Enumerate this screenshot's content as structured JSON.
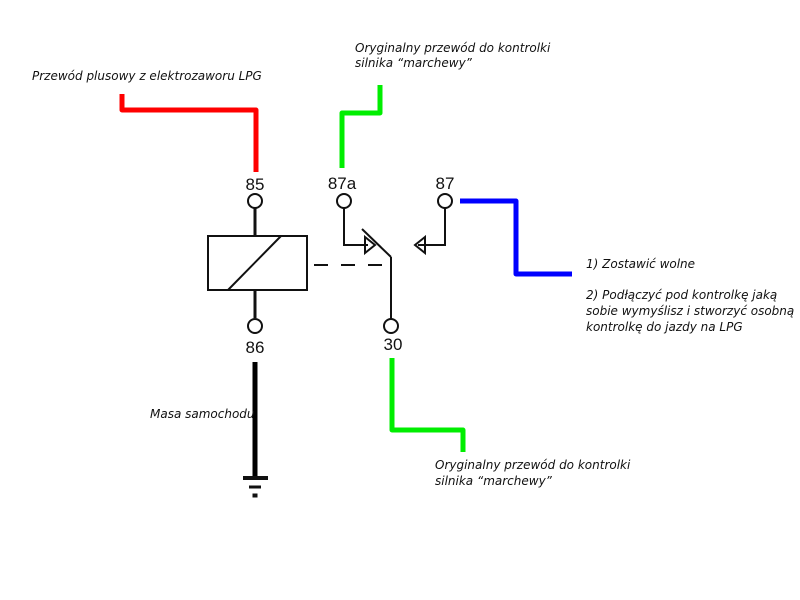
{
  "colors": {
    "positive_wire": "#ff0000",
    "original_wire": "#00ee00",
    "free_wire": "#0000ff",
    "ground_wire": "#000000",
    "symbol_stroke": "#111111"
  },
  "annotations": {
    "positive_wire": "Przewód plusowy z elektrozaworu LPG",
    "original_wire_top_line1": "Oryginalny przewód do kontrolki",
    "original_wire_top_line2": "silnika “marchewy”",
    "original_wire_bottom_line1": "Oryginalny przewód do kontrolki",
    "original_wire_bottom_line2": "silnika “marchewy”",
    "ground": "Masa samochodu",
    "option1": "1) Zostawić wolne",
    "option2_line1": "2) Podłączyć pod kontrolkę jaką",
    "option2_line2": "sobie wymyślisz i stworzyć osobną",
    "option2_line3": "kontrolkę do jazdy na LPG"
  },
  "pins": {
    "p85": "85",
    "p86": "86",
    "p87a": "87a",
    "p87": "87",
    "p30": "30"
  }
}
